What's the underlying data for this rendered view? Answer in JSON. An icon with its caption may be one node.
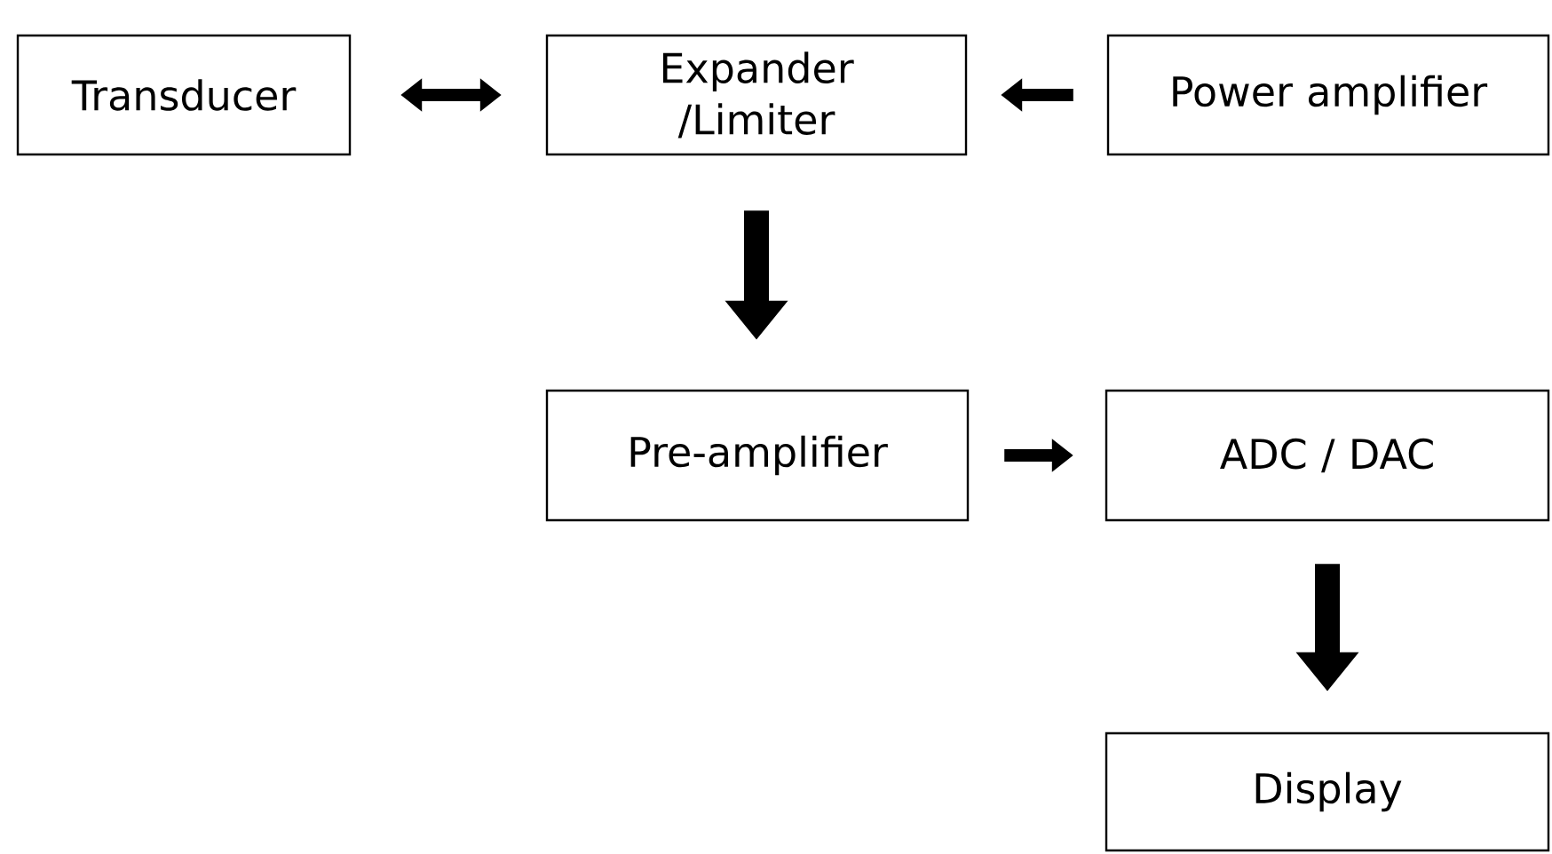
{
  "diagram": {
    "nodes": [
      {
        "text": [
          "Transducer"
        ]
      },
      {
        "text": [
          "Expander /Limiter"
        ]
      },
      {
        "text": [
          "Power amplifier"
        ]
      },
      {
        "text": [
          "Pre-amplifier"
        ]
      },
      {
        "text": [
          "ADC / DAC"
        ]
      },
      {
        "text": [
          "Display"
        ]
      }
    ],
    "edges": [
      {
        "from": 0,
        "to": 1,
        "arrow": "both"
      },
      {
        "from": 2,
        "to": 1,
        "arrow": "to"
      },
      {
        "from": 1,
        "to": 3,
        "arrow": "to",
        "style": "thick"
      },
      {
        "from": 3,
        "to": 4,
        "arrow": "to"
      },
      {
        "from": 4,
        "to": 5,
        "arrow": "to",
        "style": "thick"
      }
    ]
  }
}
